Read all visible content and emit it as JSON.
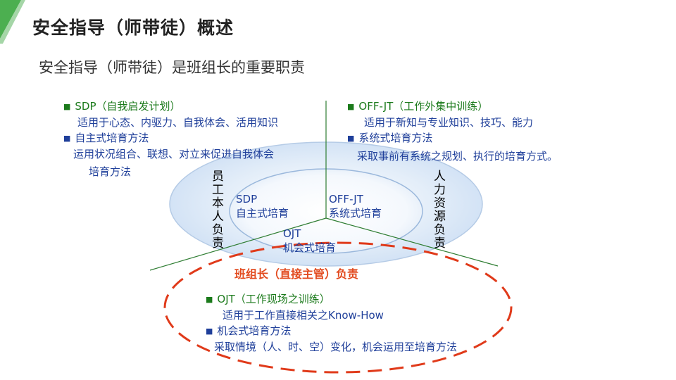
{
  "title": "安全指导（师带徒）概述",
  "subtitle": "安全指导（师带徒）是班组长的重要职责",
  "colors": {
    "accent_green": "#4caf50",
    "ellipse_fill": "#d6e6f7",
    "red_dashed": "#e03a1a",
    "text_blue": "#1f3f9a",
    "text_green": "#1b7a1b"
  },
  "quadrants": {
    "top_left": {
      "item1_bullet": "SDP（自我启发计划）",
      "item1_desc": "适用于心态、内驱力、自我体会、活用知识",
      "item2_bullet": "自主式培育方法",
      "item2_desc_line1": "运用状况组合、联想、对立来促进自我体会",
      "item2_desc_line2": "培育方法"
    },
    "top_right": {
      "item1_bullet": "OFF-JT（工作外集中训练）",
      "item1_desc": "适用于新知与专业知识、技巧、能力",
      "item2_bullet": "系统式培育方法",
      "item2_desc": "采取事前有系统之规划、执行的培育方式。"
    },
    "bottom": {
      "item1_bullet": "OJT（工作现场之训练）",
      "item1_desc": "适用于工作直接相关之Know-How",
      "item2_bullet": "机会式培育方法",
      "item2_desc": "采取情境（人、时、空）变化，机会运用至培育方法"
    }
  },
  "inner": {
    "sdp_label": "SDP",
    "sdp_sub": "自主式培育",
    "offjt_label": "OFF-JT",
    "offjt_sub": "系统式培育",
    "ojt_label": "OJT",
    "ojt_sub": "机会式培育"
  },
  "outer_labels": {
    "left": "员工本人负责",
    "right": "人力资源负责",
    "bottom": "班组长（直接主管）负责"
  }
}
